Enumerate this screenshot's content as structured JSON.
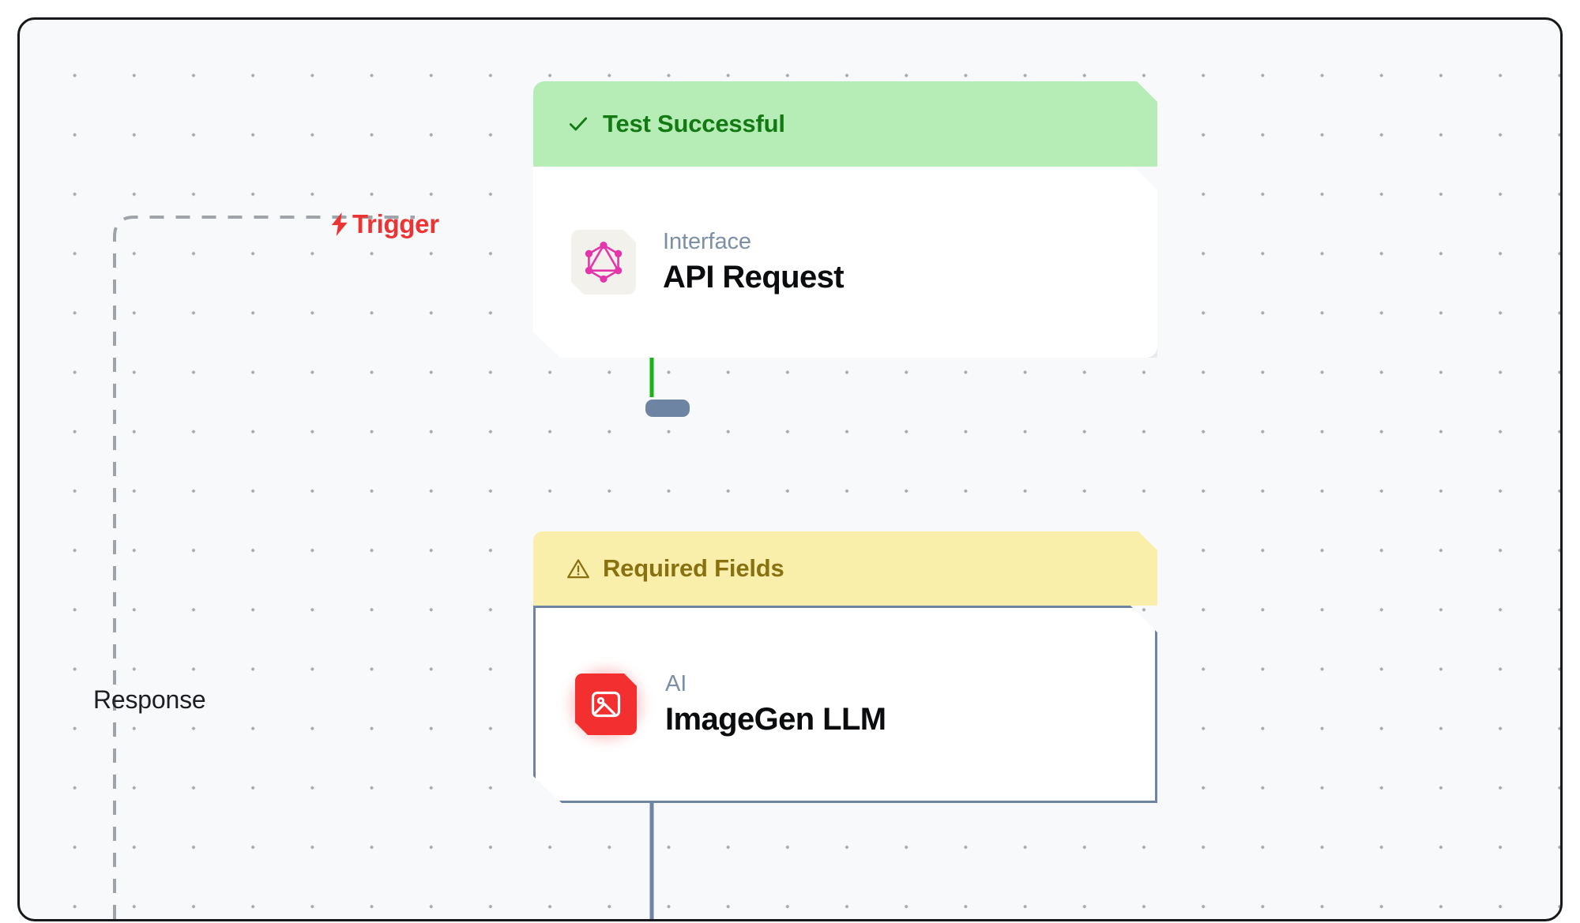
{
  "canvas": {
    "background_color": "#f7f9fb",
    "border_color": "#17181c",
    "dot_color": "#a9abaf"
  },
  "edges": [
    {
      "name": "trigger-edge",
      "label": "Trigger",
      "icon": "lightning-bolt-icon",
      "color": "#ec3434",
      "style": "dashed",
      "stroke": "#9aa0a6"
    },
    {
      "name": "response-edge",
      "label": "Response",
      "color": "#1c1e21",
      "style": "dashed",
      "stroke": "#9aa0a6"
    },
    {
      "name": "api-to-ai-edge",
      "label": "",
      "color": "#19b319",
      "style": "solid"
    },
    {
      "name": "ai-output-edge",
      "label": "",
      "color": "#6d85a3",
      "style": "solid"
    }
  ],
  "nodes": [
    {
      "id": "node-api",
      "status": {
        "label": "Test Successful",
        "icon": "check-icon",
        "background_color": "#b6edb6",
        "text_color": "#137a13"
      },
      "kicker": "Interface",
      "title": "API Request",
      "icon": "graphql-icon",
      "icon_color": "#e535ab"
    },
    {
      "id": "node-ai",
      "status": {
        "label": "Required Fields",
        "icon": "warning-triangle-icon",
        "background_color": "#faeeab",
        "text_color": "#8a7110"
      },
      "kicker": "AI",
      "title": "ImageGen LLM",
      "icon": "image-icon",
      "icon_color": "#f32f2f"
    }
  ]
}
